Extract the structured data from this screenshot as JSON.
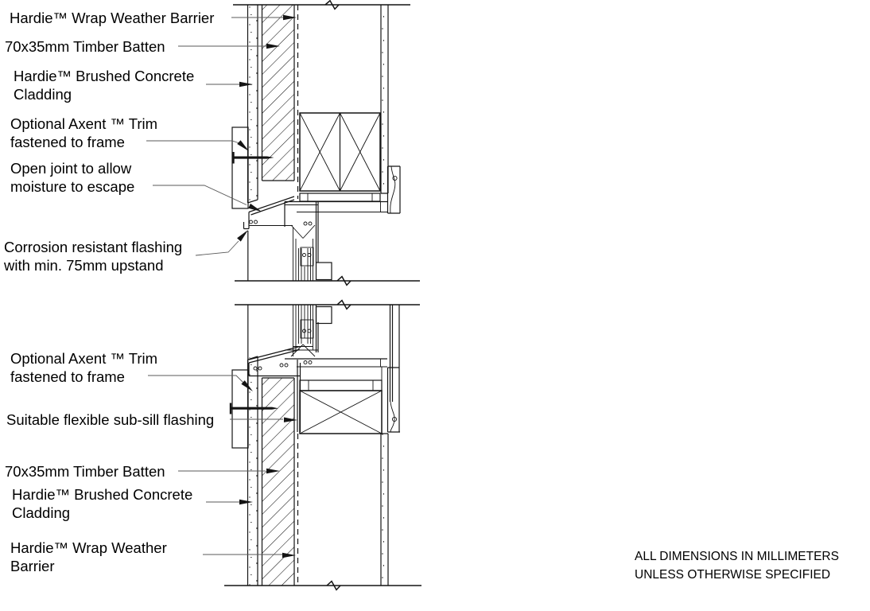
{
  "drawing": {
    "title": "Hardie Brushed Concrete Cladding window head and sill section detail",
    "type": "construction-section-detail"
  },
  "labels": {
    "wrap_top": {
      "lines": [
        "Hardie™ Wrap Weather Barrier"
      ]
    },
    "batten_top": {
      "lines": [
        "70x35mm Timber Batten"
      ]
    },
    "cladding_top": {
      "lines": [
        "Hardie™ Brushed Concrete",
        "Cladding"
      ]
    },
    "axent_top": {
      "lines": [
        "Optional Axent ™ Trim",
        "fastened to frame"
      ]
    },
    "open_joint": {
      "lines": [
        "Open joint to allow",
        "moisture to escape"
      ]
    },
    "flashing": {
      "lines": [
        "Corrosion resistant flashing",
        "with min. 75mm upstand"
      ]
    },
    "axent_bottom": {
      "lines": [
        "Optional Axent ™ Trim",
        "fastened to frame"
      ]
    },
    "subsill": {
      "lines": [
        "Suitable flexible sub-sill flashing"
      ]
    },
    "batten_bottom": {
      "lines": [
        "70x35mm Timber Batten"
      ]
    },
    "cladding_bottom": {
      "lines": [
        "Hardie™ Brushed Concrete",
        "Cladding"
      ]
    },
    "wrap_bottom": {
      "lines": [
        "Hardie™ Wrap Weather",
        "Barrier"
      ]
    }
  },
  "note": {
    "line1": "ALL DIMENSIONS IN MILLIMETERS",
    "line2": "UNLESS OTHERWISE SPECIFIED"
  },
  "colors": {
    "background": "#ffffff",
    "line": "#141414",
    "leader": "#5a5a5a",
    "trim_hatch": "#9a9a9a"
  }
}
